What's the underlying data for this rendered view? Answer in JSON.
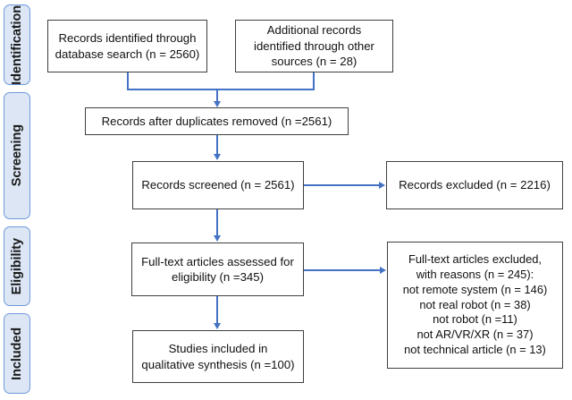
{
  "diagram": {
    "type": "prisma-flow-diagram",
    "accent_color": "#4472c4",
    "box_border_color": "#3f3f3f",
    "stage_fill_color": "#dce6f5",
    "stage_border_color": "#6f9ada",
    "stages": [
      {
        "label": "Identification"
      },
      {
        "label": "Screening"
      },
      {
        "label": "Eligibility"
      },
      {
        "label": "Included"
      }
    ],
    "boxes": {
      "database_records": "Records identified through\ndatabase search (n = 2560)",
      "additional_records": "Additional records\nidentified through other\nsources (n = 28)",
      "after_duplicates": "Records after duplicates removed (n =2561)",
      "records_screened": "Records screened (n = 2561)",
      "records_excluded": "Records excluded (n = 2216)",
      "fulltext_assessed": "Full-text articles assessed for\neligibility (n =345)",
      "fulltext_excluded": "Full-text articles excluded,\nwith reasons (n = 245):\nnot remote system (n = 146)\nnot real robot (n = 38)\nnot robot (n =11)\nnot AR/VR/XR (n = 37)\nnot technical article (n = 13)",
      "studies_included": "Studies included in\nqualitative synthesis (n =100)"
    },
    "counts": {
      "database_search": 2560,
      "additional_sources": 28,
      "after_duplicates_removed": 2561,
      "screened": 2561,
      "excluded_at_screening": 2216,
      "fulltext_assessed": 345,
      "fulltext_excluded_total": 245,
      "reason_not_remote_system": 146,
      "reason_not_real_robot": 38,
      "reason_not_robot": 11,
      "reason_not_ar_vr_xr": 37,
      "reason_not_technical_article": 13,
      "included_qualitative_synthesis": 100
    }
  }
}
